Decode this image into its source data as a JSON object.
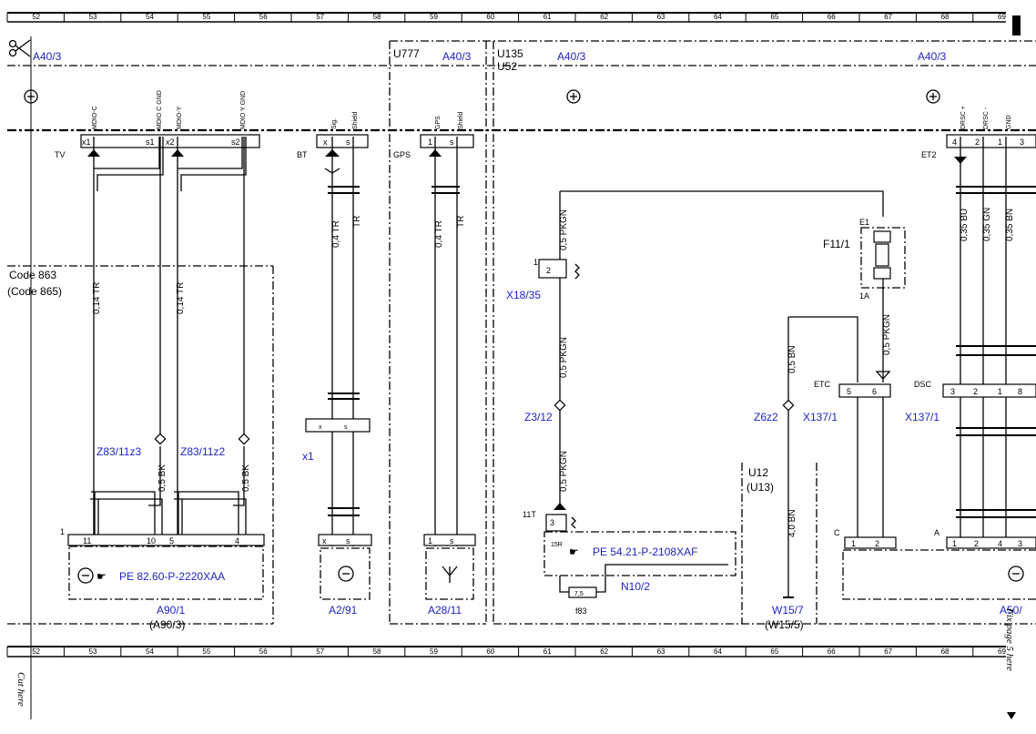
{
  "ruler_numbers": [
    "52",
    "53",
    "54",
    "55",
    "56",
    "57",
    "58",
    "59",
    "60",
    "61",
    "62",
    "63",
    "64",
    "65",
    "66",
    "67",
    "68",
    "69"
  ],
  "harness_labels": {
    "a40_left": "A40/3",
    "u777": "U777",
    "a40_mid1": "A40/3",
    "u135": "U135",
    "u52": "U52",
    "a40_mid2": "A40/3",
    "a40_right": "A40/3"
  },
  "connectors": {
    "tv": "TV",
    "bt": "BT",
    "gps": "GPS",
    "et2": "ET2",
    "etc": "ETC",
    "dsc": "DSC"
  },
  "pin_labels": {
    "mdio_c": "MDIO-C",
    "mdio_c_gnd": "MDIO C GND",
    "mdio_y": "MDIO-Y",
    "mdio_y_gnd": "MDIO Y GND",
    "sig": "Sig.",
    "shield": "Shield",
    "gps": "GPS",
    "shield2": "Shield",
    "drsc_plus": "DRSC +",
    "drsc_minus": "DRSC -",
    "gnd": "GND"
  },
  "wires": {
    "w1": "0,14 TR",
    "w2": "0,14 TR",
    "w3": "0,4 TR",
    "w4": "TR",
    "w5": "0,4 TR",
    "w6": "TR",
    "w7": "0,5 PKGN",
    "w8": "0,5 PKGN",
    "w9": "0,5 PKGN",
    "w10": "0,5 PKGN",
    "w11": "0,5 BN",
    "w12": "4,0 BN",
    "w13": "0,35 BU",
    "w14": "0,35 GN",
    "w15": "0,35 BN",
    "w16": "0,5 BK",
    "w17": "0,5 BK"
  },
  "components": {
    "x18_35": "X18/35",
    "z3_12": "Z3/12",
    "z6z2": "Z6z2",
    "x137_1a": "X137/1",
    "x137_1b": "X137/1",
    "z83_11z3": "Z83/11z3",
    "z83_11z2": "Z83/11z2",
    "x1": "x1",
    "a90_1": "A90/1",
    "a90_3": "(A90/3)",
    "a2_91": "A2/91",
    "a28_11": "A28/11",
    "n10_2": "N10/2",
    "w15_7": "W15/7",
    "w15_5": "(W15/5)",
    "f11_1": "F11/1",
    "e1": "E1",
    "one_a": "1A",
    "u12": "U12",
    "u13": "(U13)",
    "f83": "f83",
    "eleven_t": "11T",
    "fifteen_r": "15R",
    "fuse_val": "7,5",
    "a50": "A50/",
    "pe1": "PE 82.60-P-2220XAA",
    "pe2": "PE 54.21-P-2108XAF",
    "code863": "Code 863",
    "code865": "(Code 865)"
  },
  "small_nums": {
    "x1": "x1",
    "s1": "s1",
    "x2": "x2",
    "s2": "s2",
    "bt_x": "x",
    "bt_s": "s",
    "gps_1": "1",
    "gps_s": "s",
    "et2_4": "4",
    "et2_2": "2",
    "et2_1": "1",
    "et2_3": "3",
    "etc_5": "5",
    "etc_6": "6",
    "dsc_3": "3",
    "dsc_2": "2",
    "dsc_1": "1",
    "dsc_8": "8",
    "a90_11": "11",
    "a90_10": "10",
    "a90_5": "5",
    "a90_4": "4",
    "a2_x": "x",
    "a2_s": "s",
    "a28_1": "1",
    "a28_s": "s",
    "n10_3": "3",
    "c_1": "1",
    "c_2": "2",
    "a_1": "1",
    "a_2": "2",
    "a_4": "4",
    "a_3": "3",
    "one_top": "1",
    "x18_1": "1",
    "x18_2": "2",
    "c_lbl": "C",
    "a_lbl": "A"
  },
  "cut_here_left": "Cut here",
  "cut_here_right": "Fix page 5 here"
}
